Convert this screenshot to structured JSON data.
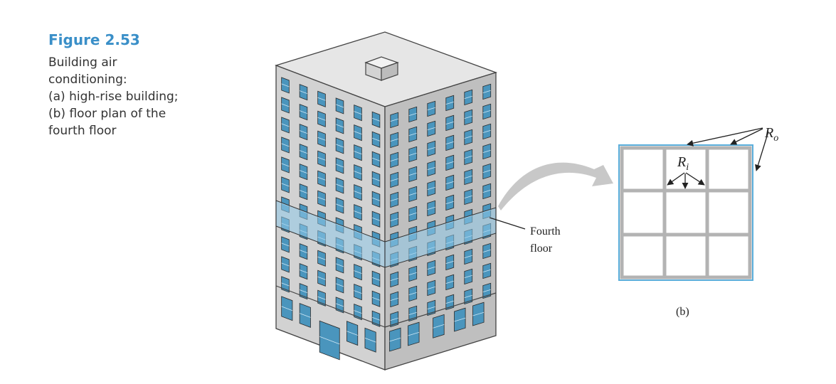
{
  "figure": {
    "label": "Figure 2.53",
    "caption_lines": [
      "Building air",
      "conditioning:",
      "(a) high-rise building;",
      "(b) floor plan of the",
      "fourth floor"
    ]
  },
  "diagram": {
    "fourth_floor_label": [
      "Fourth",
      "floor"
    ],
    "outer_label": "R",
    "outer_sub": "o",
    "inner_label": "R",
    "inner_sub": "i",
    "part_b_label": "(b)"
  },
  "colors": {
    "accent": "#3a8fc8",
    "window": "#4a95bd",
    "floor_highlight": "#8fc8e8",
    "grid": "#b3b3b3",
    "outline": "#5aaedb"
  }
}
